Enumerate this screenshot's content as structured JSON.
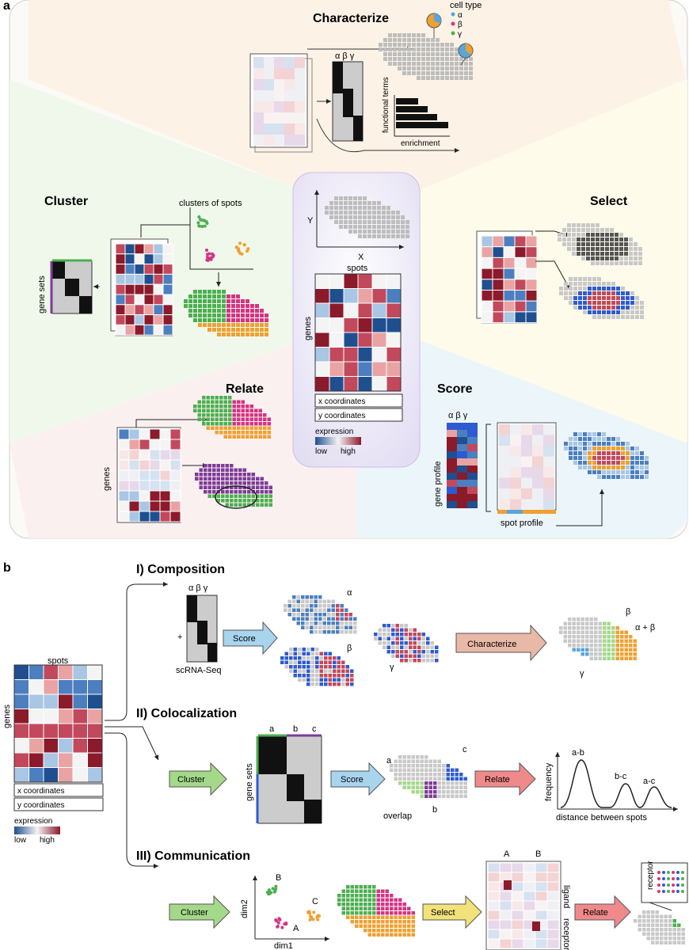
{
  "panel_a": {
    "panel_letter": "a",
    "sections": {
      "characterize": "Characterize",
      "cluster": "Cluster",
      "select": "Select",
      "relate": "Relate",
      "score": "Score"
    },
    "cell_type_title": "cell type",
    "cell_types": [
      "α",
      "β",
      "γ"
    ],
    "greek_header": "α β γ",
    "functional_terms": "functional terms",
    "enrichment": "enrichment",
    "clusters_of_spots": "clusters of spots",
    "gene_sets": "gene sets",
    "axis_y": "Y",
    "axis_x": "X",
    "spots": "spots",
    "genes": "genes",
    "x_coordinates": "x coordinates",
    "y_coordinates": "y coordinates",
    "expression": "expression",
    "low": "low",
    "high": "high",
    "gene_profile": "gene profile",
    "spot_profile": "spot profile"
  },
  "panel_b": {
    "panel_letter": "b",
    "spots": "spots",
    "genes": "genes",
    "x_coordinates": "x coordinates",
    "y_coordinates": "y coordinates",
    "expression": "expression",
    "low": "low",
    "high": "high",
    "composition": {
      "title": "I) Composition",
      "greek_header": "α β γ",
      "plus": "+",
      "source": "scRNA-Seq",
      "score_arrow": "Score",
      "alpha": "α",
      "beta": "β",
      "gamma": "γ",
      "characterize_arrow": "Characterize",
      "label_beta": "β",
      "label_alpha_beta": "α + β",
      "label_gamma": "γ"
    },
    "colocalization": {
      "title": "II) Colocalization",
      "cluster_arrow": "Cluster",
      "col_a": "a",
      "col_b": "b",
      "col_c": "c",
      "gene_sets": "gene sets",
      "score_arrow": "Score",
      "label_a": "a",
      "label_c": "c",
      "label_b": "b",
      "overlap": "overlap",
      "relate_arrow": "Relate",
      "frequency": "frequency",
      "peak_ab": "a-b",
      "peak_bc": "b-c",
      "peak_ac": "a-c",
      "distance": "distance between spots"
    },
    "communication": {
      "title": "III) Communication",
      "cluster_arrow": "Cluster",
      "dim2": "dim2",
      "dim1": "dim1",
      "cluster_b": "B",
      "cluster_c": "C",
      "cluster_a": "A",
      "select_arrow": "Select",
      "col_a": "A",
      "col_b": "B",
      "ligand": "ligand",
      "receptor": "receptor",
      "relate_arrow": "Relate",
      "receptor_zoom": "receptor"
    }
  },
  "colors": {
    "high": "#8b1a2b",
    "low": "#1f4f8f",
    "green": "#4caf50",
    "magenta": "#d63384",
    "orange": "#f0a030",
    "purple": "#7d3c98",
    "blue": "#2e5bd1",
    "score_arrow": "#a8d4ee",
    "characterize_arrow": "#e8b9a6",
    "cluster_arrow": "#a5d98a",
    "relate_arrow": "#f08a8a",
    "select_arrow": "#f2e27a"
  }
}
